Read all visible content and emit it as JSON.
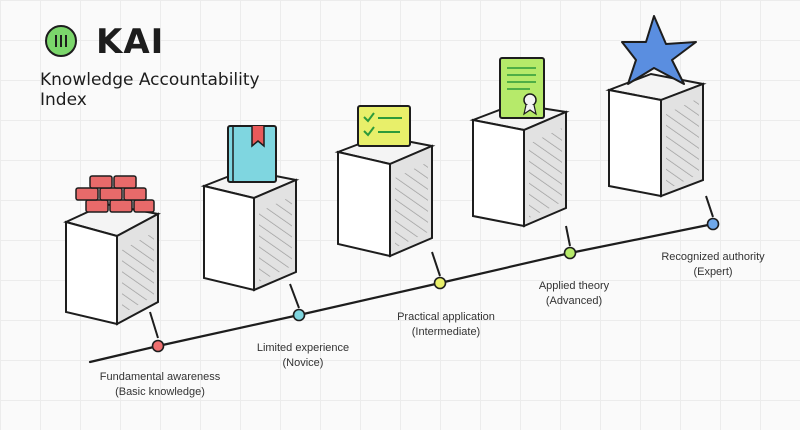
{
  "header": {
    "logo_icon": "three-bars-badge-icon",
    "title": "KAI",
    "subtitle": "Knowledge Accountability Index"
  },
  "colors": {
    "logo_green": "#7bd66b",
    "path_line": "#1d1d1d",
    "block_face": "#f4f4f4",
    "block_side": "#d9d9d9"
  },
  "stages": [
    {
      "name": "Fundamental awareness",
      "level": "(Basic knowledge)",
      "dot_color": "#ef6f6f",
      "icon": "bricks-icon"
    },
    {
      "name": "Limited experience",
      "level": "(Novice)",
      "dot_color": "#7fd6e0",
      "icon": "book-icon"
    },
    {
      "name": "Practical application",
      "level": "(Intermediate)",
      "dot_color": "#e8ef6a",
      "icon": "checklist-icon"
    },
    {
      "name": "Applied theory",
      "level": "(Advanced)",
      "dot_color": "#b6ea6a",
      "icon": "certificate-icon"
    },
    {
      "name": "Recognized authority",
      "level": "(Expert)",
      "dot_color": "#6fa8ea",
      "icon": "star-icon"
    }
  ]
}
